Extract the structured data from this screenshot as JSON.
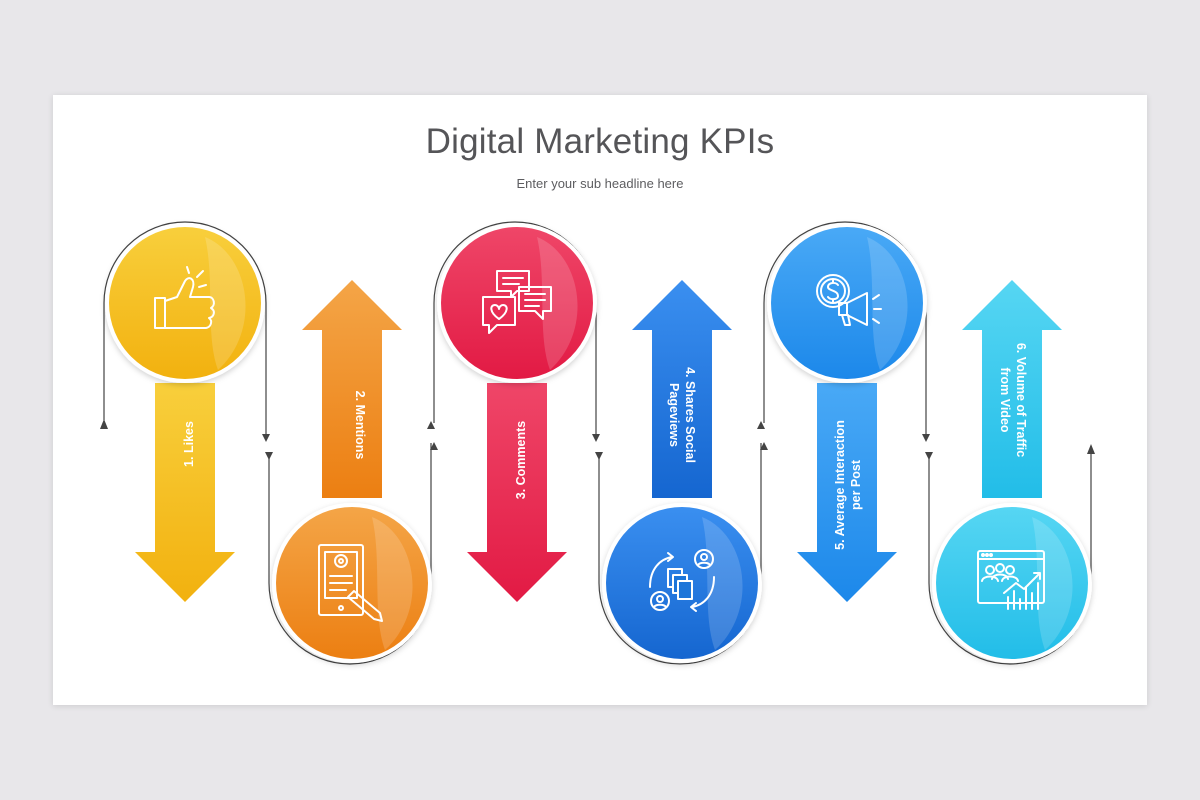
{
  "slide": {
    "title": "Digital Marketing KPIs",
    "subtitle": "Enter your sub headline here"
  },
  "kpis": [
    {
      "label": "1. Likes",
      "icon": "thumbs-up-icon",
      "color": "#f5b820"
    },
    {
      "label": "2. Mentions",
      "icon": "mention-document-icon",
      "color": "#f08a1c"
    },
    {
      "label": "3. Comments",
      "icon": "chat-heart-icon",
      "color": "#e8264e"
    },
    {
      "label1": "4. Shares Social",
      "label2": "Pageviews",
      "icon": "share-users-icon",
      "color": "#1e76d9"
    },
    {
      "label1": "5. Average Interaction",
      "label2": "per Post",
      "icon": "dollar-megaphone-icon",
      "color": "#2795ee"
    },
    {
      "label1": "6. Volume of Traffic",
      "label2": "from Video",
      "icon": "analytics-browser-icon",
      "color": "#30c7ea"
    }
  ]
}
